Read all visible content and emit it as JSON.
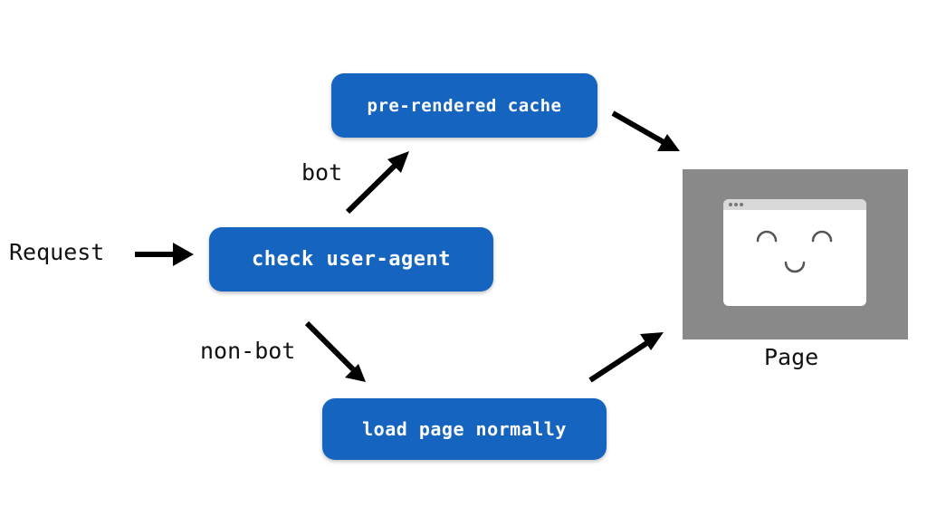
{
  "nodes": {
    "cache": "pre-rendered cache",
    "check": "check user-agent",
    "load": "load page normally"
  },
  "labels": {
    "request": "Request",
    "bot": "bot",
    "non_bot": "non-bot",
    "page": "Page"
  },
  "colors": {
    "node_fill": "#1565c0",
    "node_text": "#ffffff",
    "arrow": "#000000",
    "page_panel": "#898989",
    "browser_bar": "#d9d9d9"
  },
  "icons": {
    "page_illustration": "smiling-browser-window-icon"
  }
}
